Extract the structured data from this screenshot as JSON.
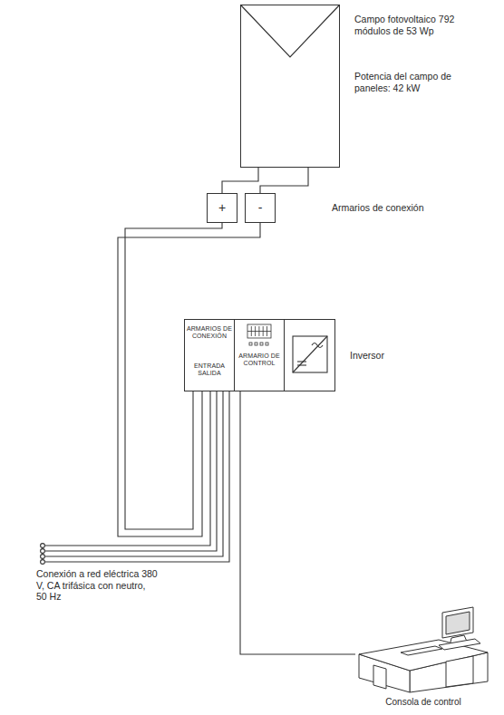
{
  "diagram": {
    "nodes": [
      {
        "text": [
          "Campo fotovoltaico 792 módulos de 53 Wp",
          "Potencia del campo de paneles: 42 kW"
        ]
      },
      {
        "text": [
          "+"
        ]
      },
      {
        "text": [
          "-"
        ]
      },
      {
        "text": [
          "Inversor"
        ]
      },
      {
        "text": [
          "ARMARIOS DE CONEXIÓN",
          "ENTRADA SALIDA"
        ],
        "in": 3
      },
      {
        "text": [
          "ARMARIO DE CONTROL"
        ],
        "in": 3
      },
      {
        "text": [
          "Consola de control"
        ]
      }
    ],
    "edges": [
      {
        "from": 0,
        "to": 1,
        "arrow": "none"
      },
      {
        "from": 0,
        "to": 2,
        "arrow": "none"
      },
      {
        "from": 1,
        "to": 4,
        "arrow": "none"
      },
      {
        "from": 2,
        "to": 4,
        "arrow": "none"
      },
      {
        "from": 5,
        "to": 6,
        "arrow": "none"
      }
    ],
    "labels": [
      "Armarios de conexión",
      "Conexión a red eléctrica 380 V, CA trifásica con neutro, 50 Hz"
    ]
  }
}
